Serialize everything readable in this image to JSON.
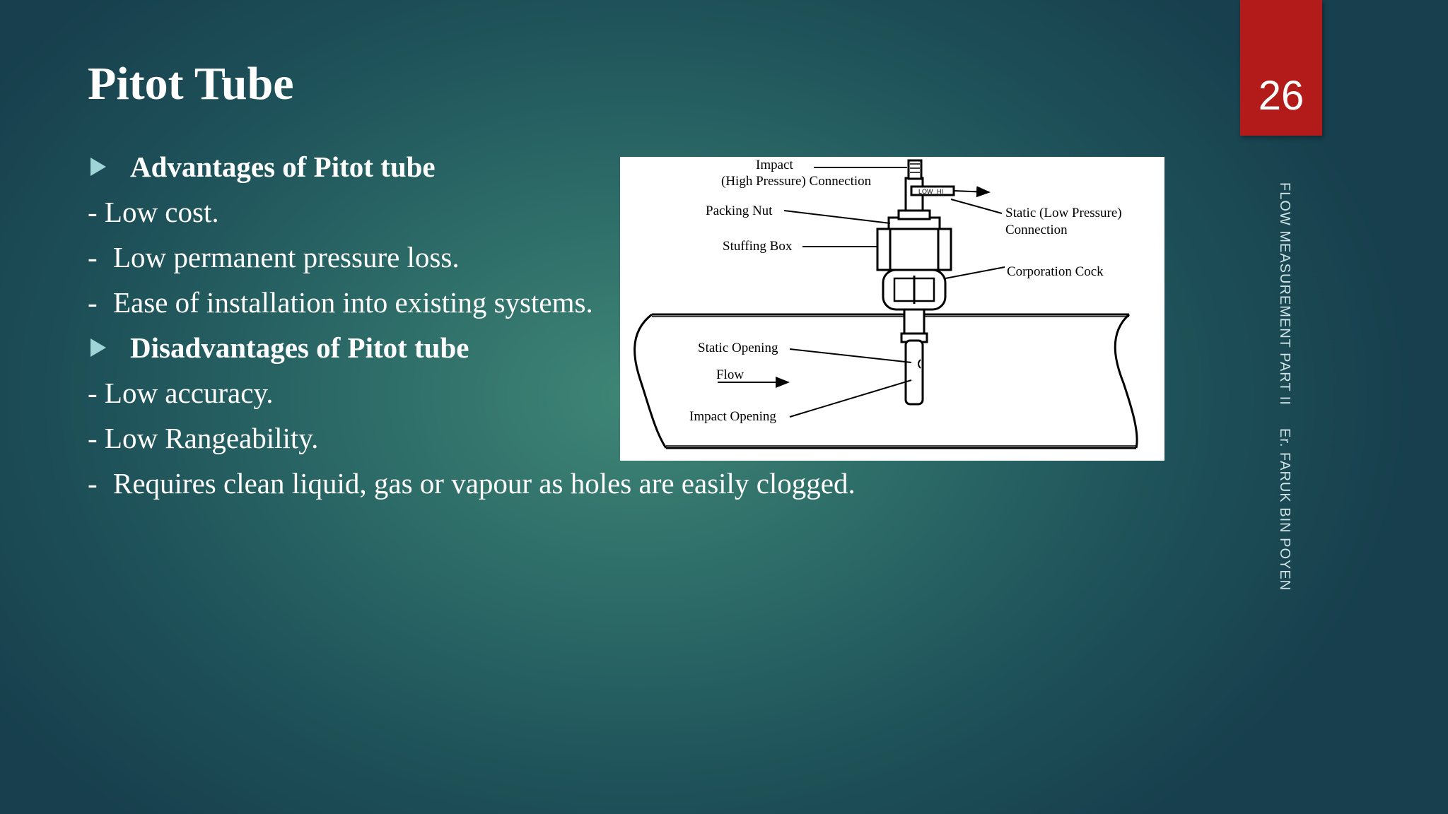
{
  "slide": {
    "title": "Pitot Tube",
    "page_number": "26",
    "footer_course": "FLOW MEASUREMENT PART II",
    "footer_author": "Er. FARUK BIN POYEN"
  },
  "advantages": {
    "heading": "Advantages of Pitot tube",
    "items": [
      "- Low cost.",
      "Low permanent pressure loss.",
      "Ease of installation into existing systems."
    ]
  },
  "disadvantages": {
    "heading": "Disadvantages of Pitot tube",
    "items": [
      "- Low accuracy.",
      "- Low Rangeability.",
      "Requires clean liquid, gas or vapour as holes are easily clogged."
    ]
  },
  "diagram": {
    "labels": {
      "impact": "Impact",
      "impact_connection": "(High Pressure) Connection",
      "packing_nut": "Packing Nut",
      "stuffing_box": "Stuffing Box",
      "static_connection": "Static (Low Pressure)",
      "connection": "Connection",
      "corporation_cock": "Corporation Cock",
      "static_opening": "Static Opening",
      "flow": "Flow",
      "impact_opening": "Impact Opening",
      "low": "LOW",
      "hi": "HI"
    }
  },
  "colors": {
    "badge": "#b31b1b",
    "bullet": "#9fd5d6",
    "background": "#2d6c68"
  }
}
